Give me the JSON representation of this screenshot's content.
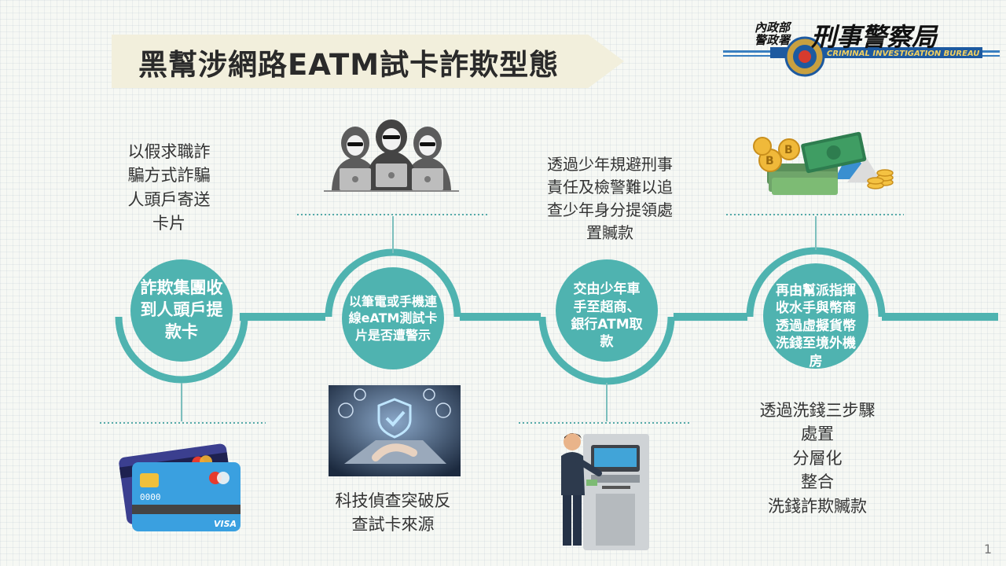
{
  "header": {
    "title": "黑幫涉網路EATM試卡詐欺型態",
    "logo": {
      "line1": "內政部",
      "line2": "警政署",
      "name": "刑事警察局",
      "english": "CRIMINAL INVESTIGATION BUREAU"
    }
  },
  "steps": [
    {
      "circle": "詐欺集團收\n到人頭戶提\n款卡",
      "desc": "以假求職詐\n騙方式詐騙\n人頭戶寄送\n卡片"
    },
    {
      "circle": "以筆電或手機連\n線eATM測試卡\n片是否遭警示",
      "desc": "科技偵查突破反\n查試卡來源"
    },
    {
      "circle": "交由少年車\n手至超商、\n銀行ATM取\n款",
      "desc": "透過少年規避刑事\n責任及檢警難以追\n查少年身分提領處\n置贓款"
    },
    {
      "circle": "再由幫派指揮\n收水手與幣商\n透過虛擬貨幣\n洗錢至境外機\n房",
      "desc": "透過洗錢三步驟\n處置\n分層化\n整合\n洗錢詐欺贓款"
    }
  ],
  "card": {
    "number": "0000",
    "brand": "VISA"
  },
  "page_number": "1",
  "colors": {
    "teal": "#4fb3b0",
    "teal_dark": "#3aa39f",
    "dotted": "#55aaa8",
    "banner": "#f2efdc"
  }
}
